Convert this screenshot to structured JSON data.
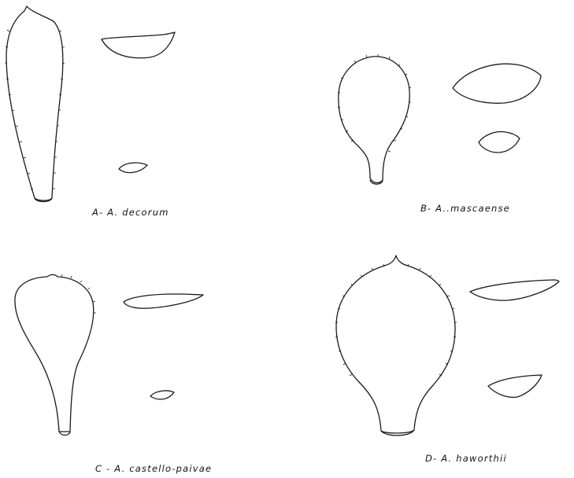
{
  "figure": {
    "panels": [
      {
        "id": "A",
        "caption": "A- A. decorum"
      },
      {
        "id": "B",
        "caption": "B- A..mascaense"
      },
      {
        "id": "C",
        "caption": "C - A. castello-paivae"
      },
      {
        "id": "D",
        "caption": "D- A. haworthii"
      }
    ]
  }
}
